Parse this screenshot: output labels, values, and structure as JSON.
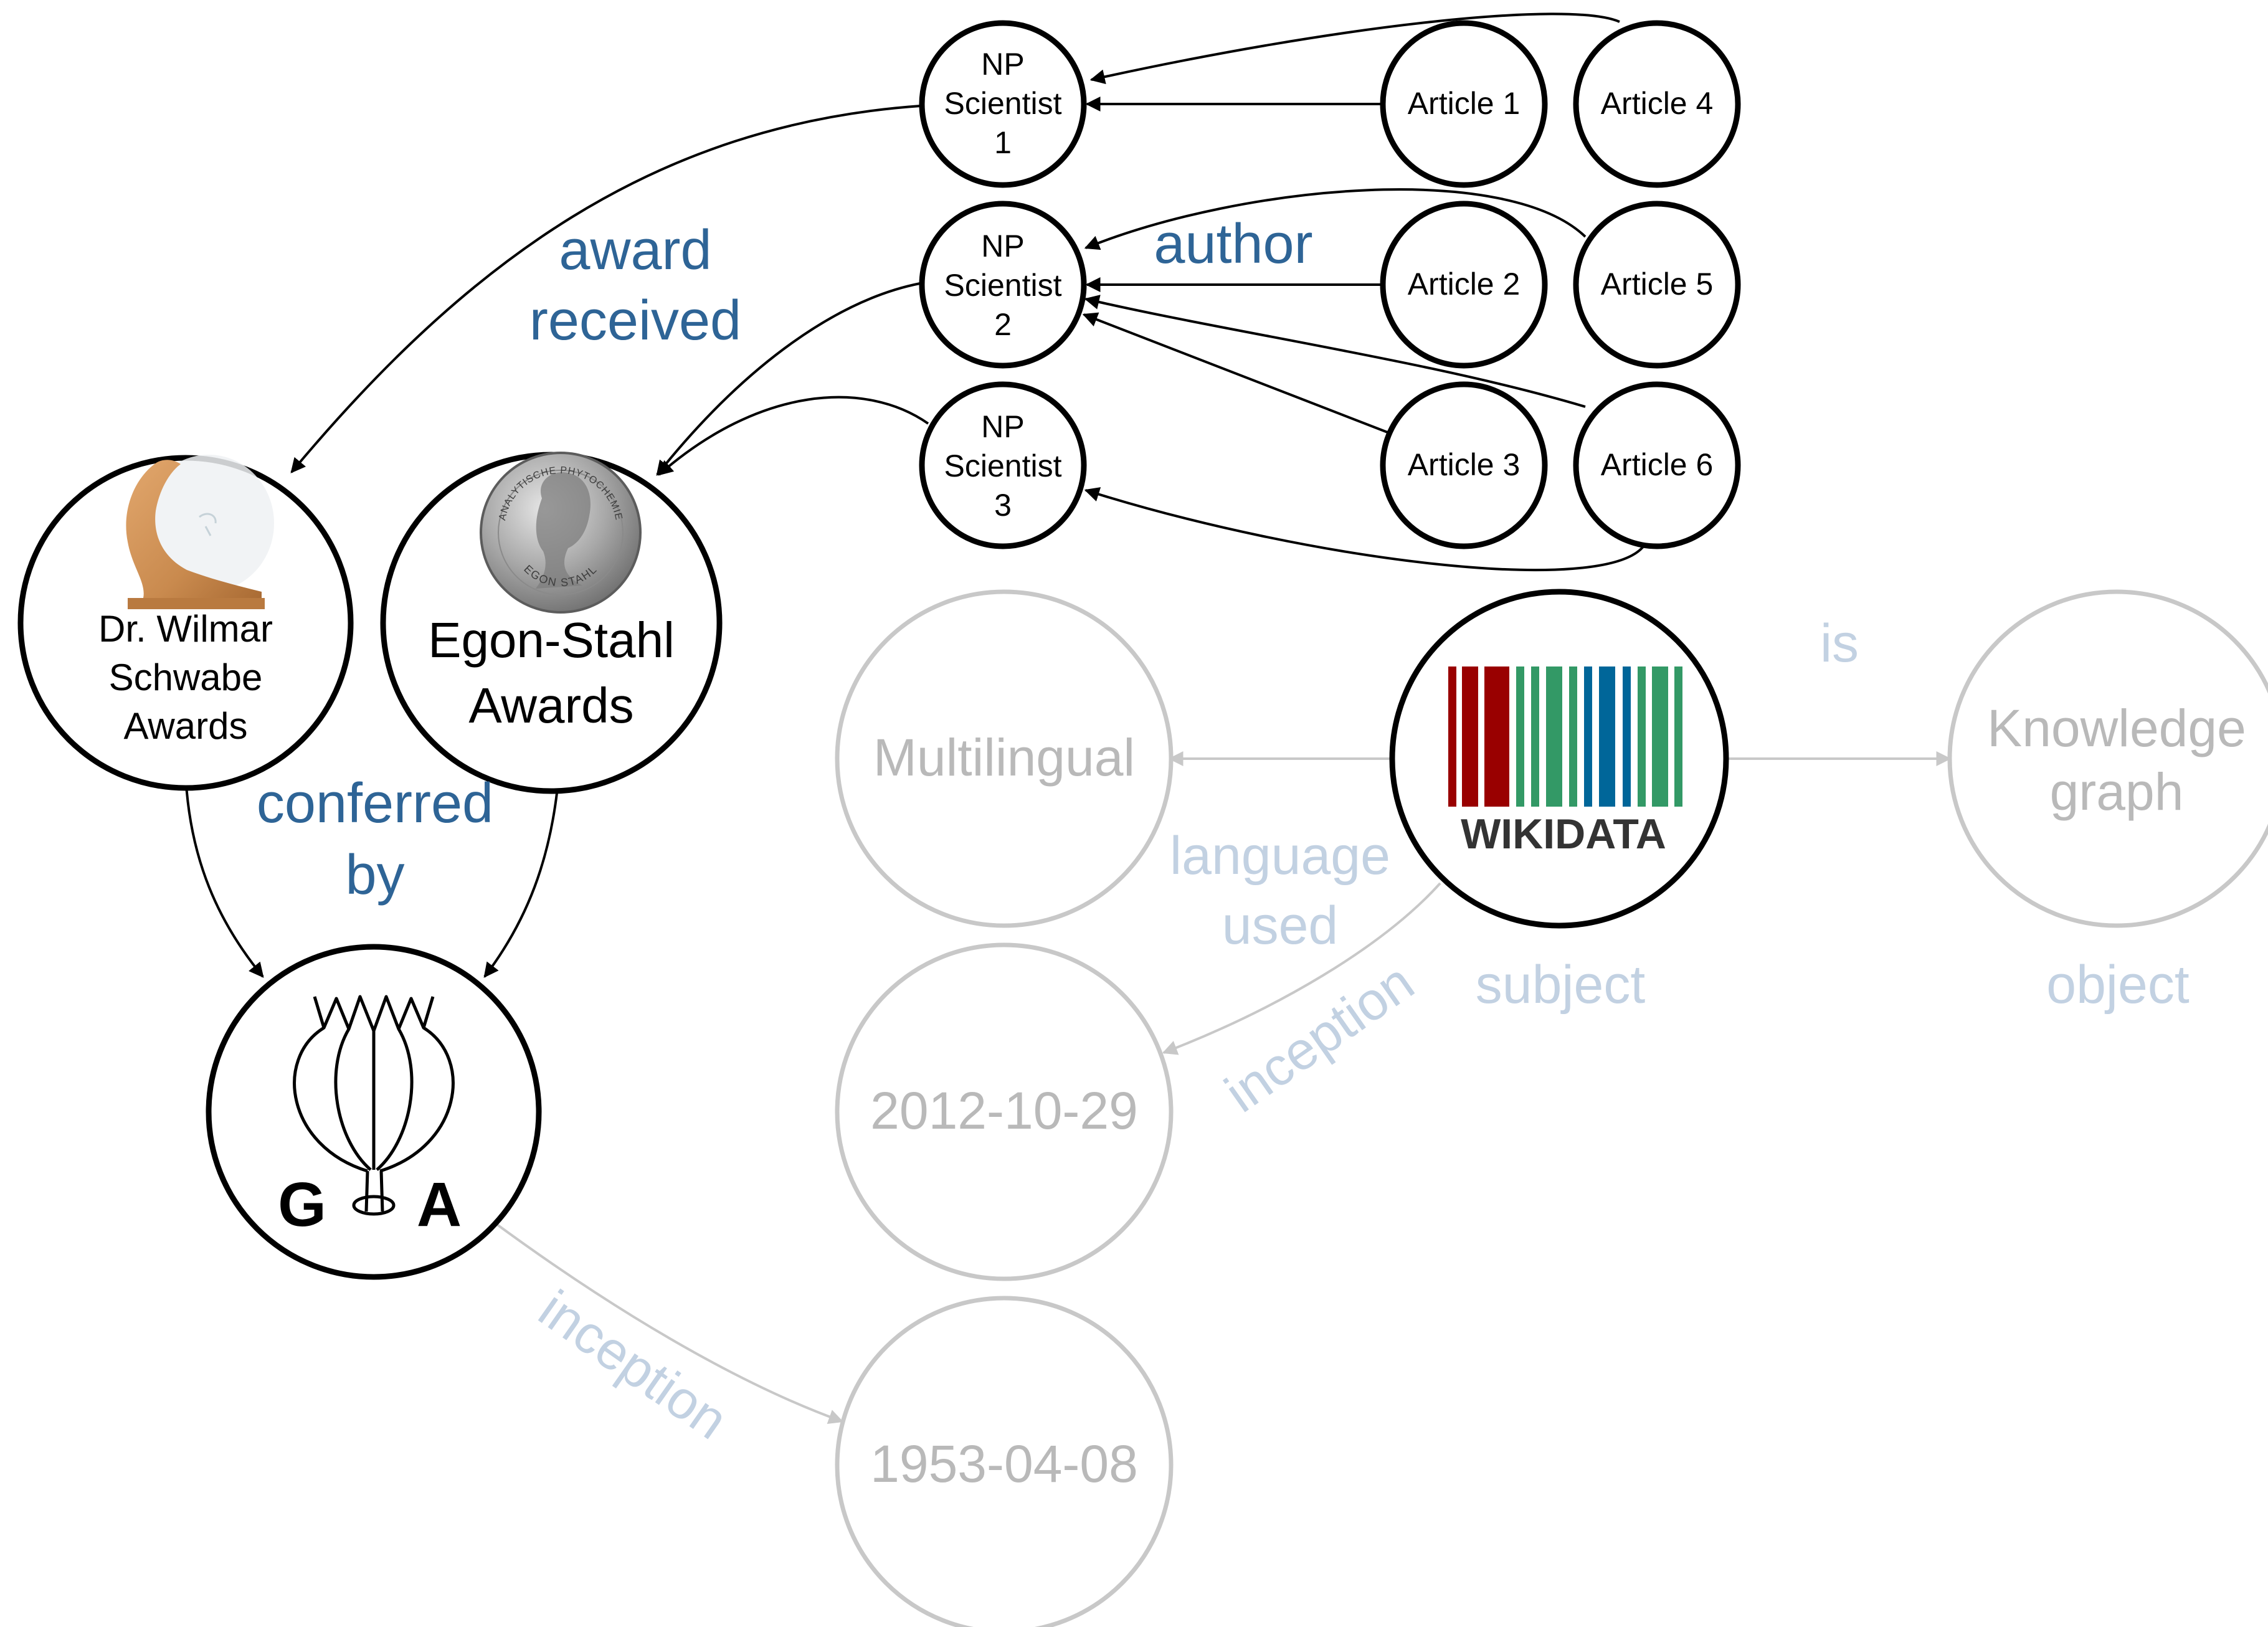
{
  "nodes": {
    "np1": {
      "lines": [
        "NP",
        "Scientist",
        "1"
      ]
    },
    "np2": {
      "lines": [
        "NP",
        "Scientist",
        "2"
      ]
    },
    "np3": {
      "lines": [
        "NP",
        "Scientist",
        "3"
      ]
    },
    "article1": {
      "label": "Article 1"
    },
    "article2": {
      "label": "Article 2"
    },
    "article3": {
      "label": "Article 3"
    },
    "article4": {
      "label": "Article 4"
    },
    "article5": {
      "label": "Article 5"
    },
    "article6": {
      "label": "Article 6"
    },
    "schwabe": {
      "lines": [
        "Dr. Wilmar",
        "Schwabe",
        "Awards"
      ],
      "image": "wooden-award-trophy"
    },
    "egon": {
      "lines": [
        "Egon-Stahl",
        "Awards"
      ],
      "image": "egon-stahl-medal",
      "medal_text": {
        "top": "ANALYTISCHE PHYTOCHEMIE",
        "bottom": "EGON STAHL"
      }
    },
    "ga": {
      "image": "ga-society-logo",
      "letters": [
        "G",
        "A"
      ]
    },
    "wikidata": {
      "image": "wikidata-logo",
      "logo_text": "WIKIDATA"
    },
    "multilingual": {
      "label": "Multilingual"
    },
    "date2012": {
      "label": "2012-10-29"
    },
    "date1953": {
      "label": "1953-04-08"
    },
    "knowledge": {
      "lines": [
        "Knowledge",
        "graph"
      ]
    }
  },
  "edge_labels": {
    "award_received": [
      "award",
      "received"
    ],
    "author": "author",
    "conferred_by": [
      "conferred",
      "by"
    ],
    "is": "is",
    "language_used": [
      "language",
      "used"
    ],
    "inception_wikidata": "inception",
    "inception_ga": "inception"
  },
  "annotations": {
    "subject": "subject",
    "object": "object"
  },
  "colors": {
    "dark": "#000000",
    "faded_stroke": "#c8c8c8",
    "faded_text": "#b9b9b9",
    "relation_blue": "#2e6496",
    "faded_blue": "#c2d1e2",
    "wikidata_red": "#990000",
    "wikidata_green": "#339966",
    "wikidata_blue": "#006699",
    "wikidata_text": "#333333"
  }
}
